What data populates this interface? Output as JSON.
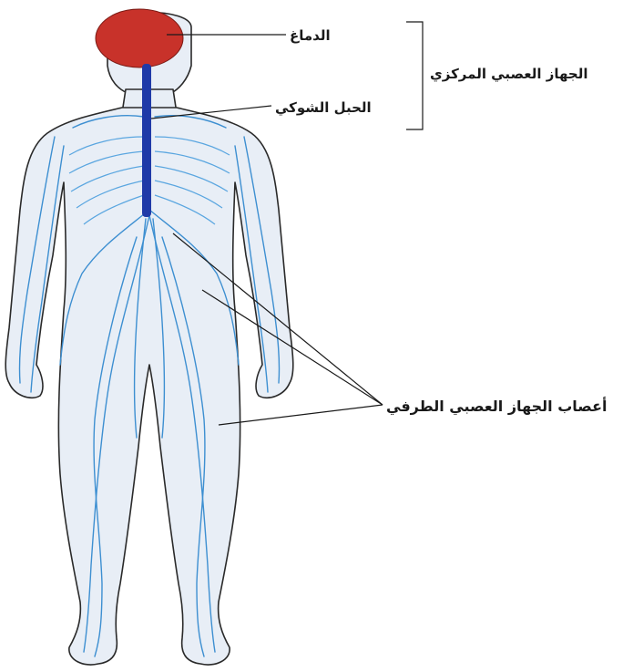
{
  "labels": {
    "brain": "الدماغ",
    "central_nervous_system": "الجهاز العصبي المركزي",
    "spinal_cord": "الحبل الشوكي",
    "peripheral_nerves": "أعصاب الجهاز العصبي الطرفي"
  },
  "colors": {
    "brain": "#c8322a",
    "spinal_cord": "#1f3aa8",
    "nerves": "#3d8fd1",
    "skin": "#e8eef6",
    "outline": "#2a2a2a"
  }
}
